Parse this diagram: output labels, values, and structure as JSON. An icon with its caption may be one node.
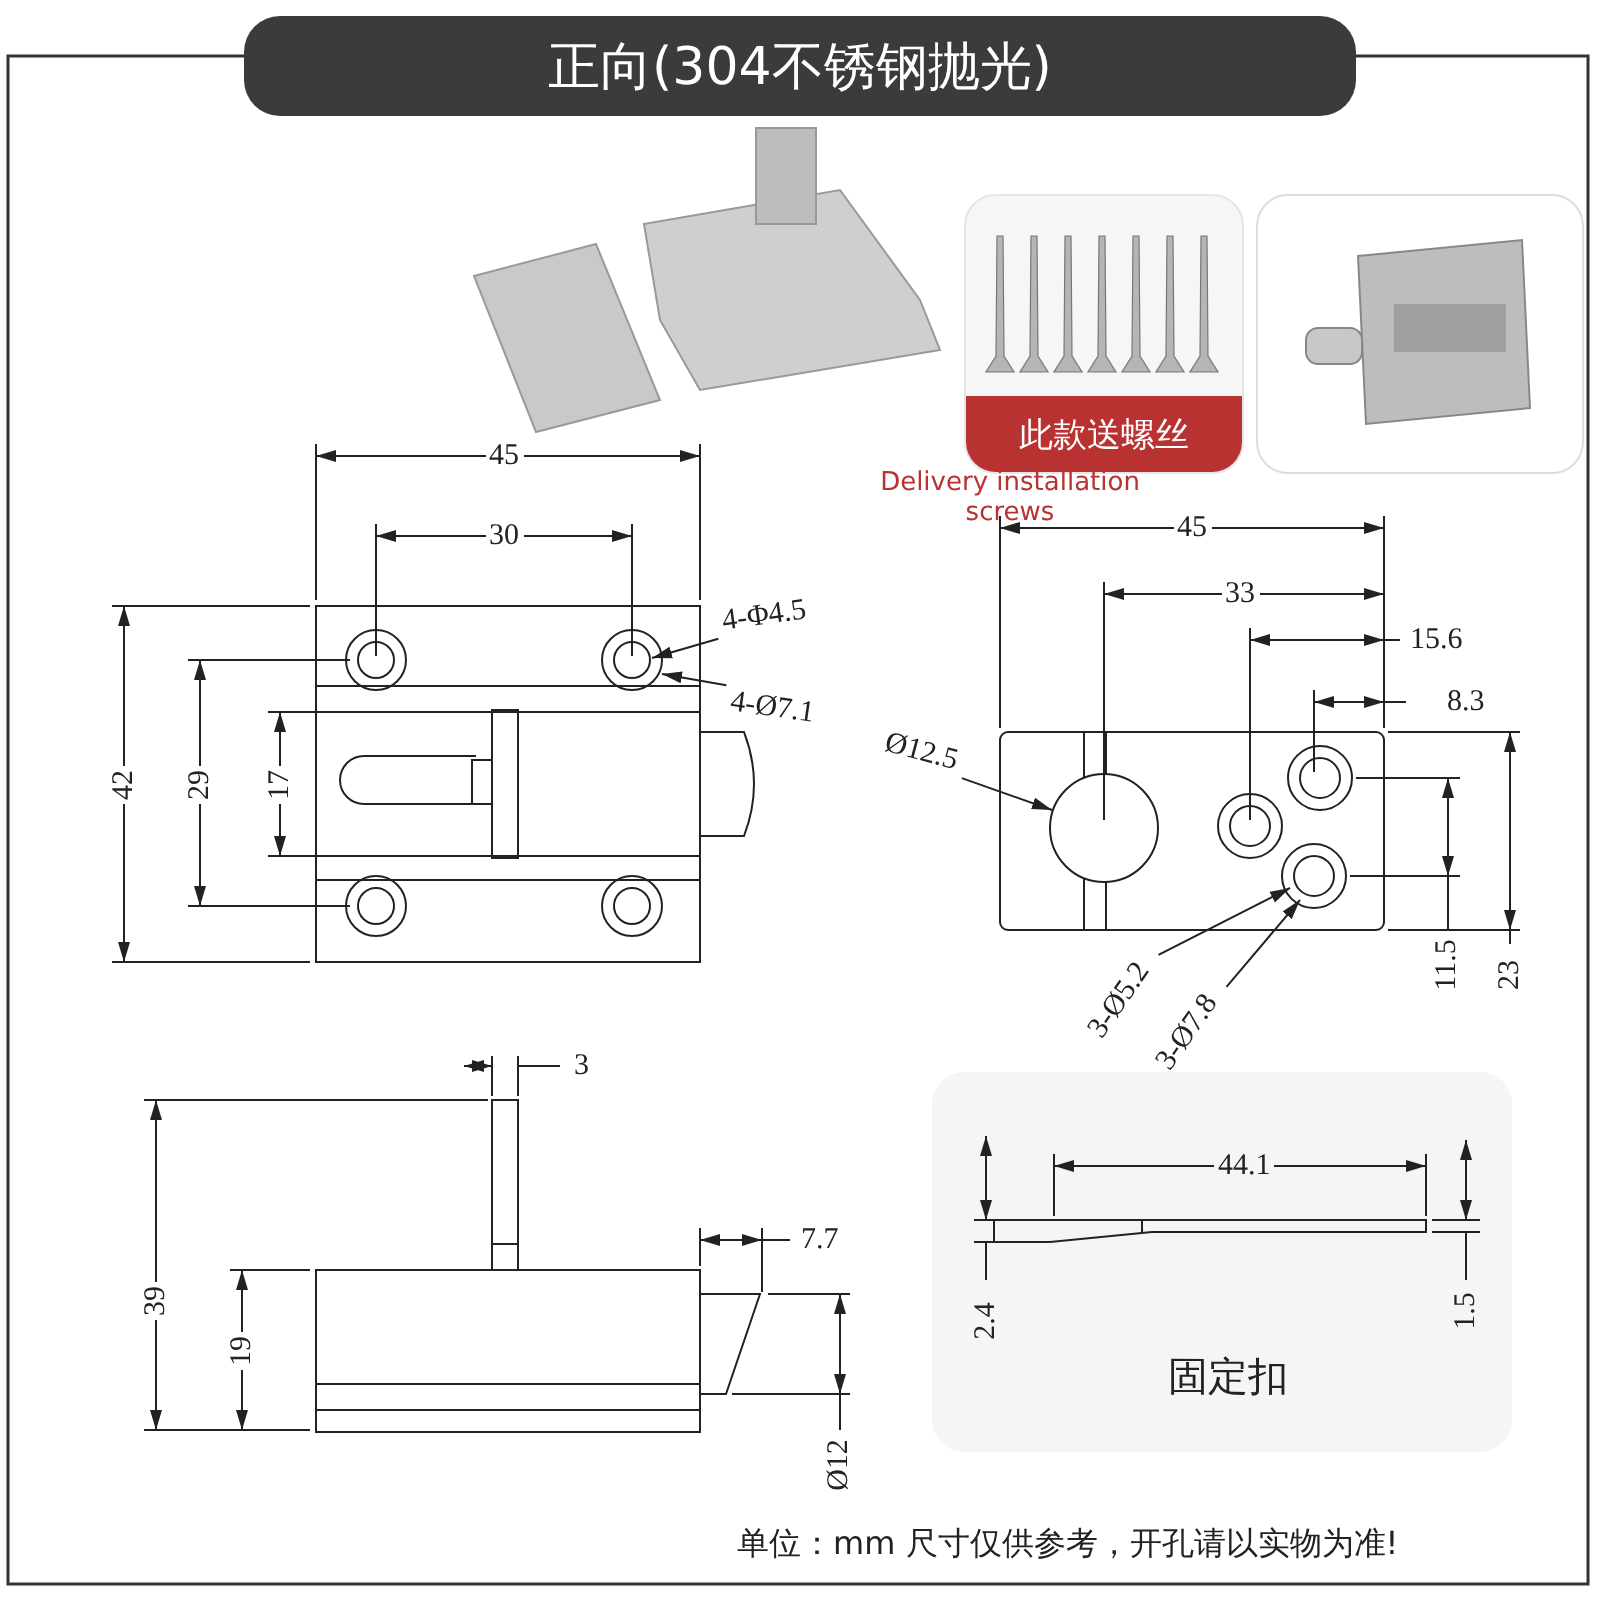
{
  "diagram": {
    "title": "正向(304不锈钢抛光)",
    "nodes": [
      {
        "text": [
          "此款送螺丝"
        ]
      },
      {
        "text": [
          "4-Φ4.5"
        ]
      },
      {
        "text": [
          "4-Ø7.1"
        ]
      },
      {
        "text": [
          "Ø12.5"
        ]
      },
      {
        "text": [
          "3-Ø5.2"
        ]
      },
      {
        "text": [
          "3-Ø7.8"
        ]
      },
      {
        "text": [
          "固定扣"
        ]
      }
    ],
    "edges": [
      {
        "from": 1,
        "to": null,
        "arrow": "to"
      },
      {
        "from": 2,
        "to": null,
        "arrow": "to"
      },
      {
        "from": 3,
        "to": null,
        "arrow": "to"
      },
      {
        "from": 4,
        "to": null,
        "arrow": "to"
      },
      {
        "from": 5,
        "to": null,
        "arrow": "to"
      }
    ],
    "labels": [
      "Delivery installation screws",
      "45",
      "30",
      "45",
      "33",
      "15.6",
      "8.3",
      "42",
      "29",
      "17",
      "11.5",
      "23",
      "3",
      "7.7",
      "39",
      "19",
      "Ø12",
      "44.1",
      "2.4",
      "1.5",
      "单位：mm 尺寸仅供参考，开孔请以实物为准!"
    ]
  }
}
